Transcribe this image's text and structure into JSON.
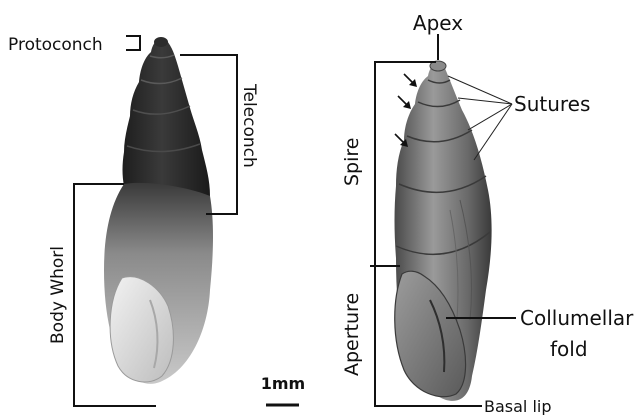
{
  "labels": {
    "protoconch": "Protoconch",
    "teleconch": "Teleconch",
    "body_whorl": "Body Whorl",
    "apex": "Apex",
    "sutures": "Sutures",
    "spire": "Spire",
    "aperture": "Aperture",
    "collumellar_line1": "Collumellar",
    "collumellar_line2": "fold",
    "basal_lip": "Basal lip",
    "scale": "1mm"
  },
  "colors": {
    "ink": "#111111",
    "shell_dark": "#2a2a2a",
    "shell_mid": "#7a7a7a",
    "shell_light": "#d8d8d8"
  }
}
